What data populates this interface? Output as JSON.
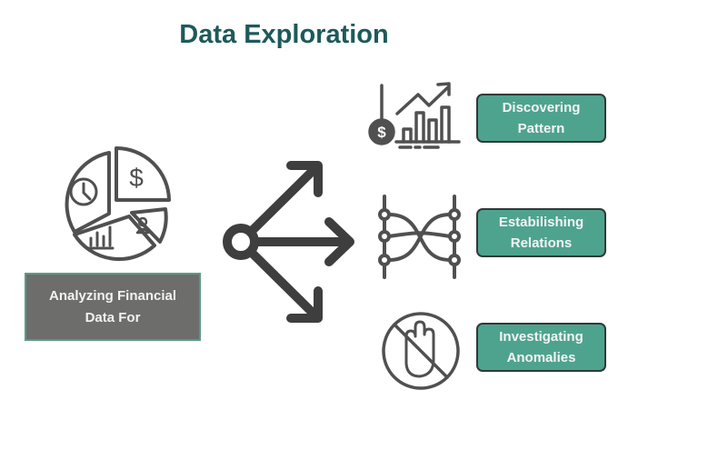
{
  "title": "Data Exploration",
  "source": {
    "line1": "Analyzing Financial",
    "line2": "Data For"
  },
  "outcomes": [
    {
      "line1": "Discovering",
      "line2": "Pattern",
      "icon": "financial-growth-chart-icon"
    },
    {
      "line1": "Estabilishing",
      "line2": "Relations",
      "icon": "connections-network-icon"
    },
    {
      "line1": "Investigating",
      "line2": "Anomalies",
      "icon": "no-hand-stop-icon"
    }
  ],
  "colors": {
    "title": "#1d5a5a",
    "tag": "#4ea38f",
    "source_box": "#6d6d6b",
    "icon": "#505050"
  }
}
